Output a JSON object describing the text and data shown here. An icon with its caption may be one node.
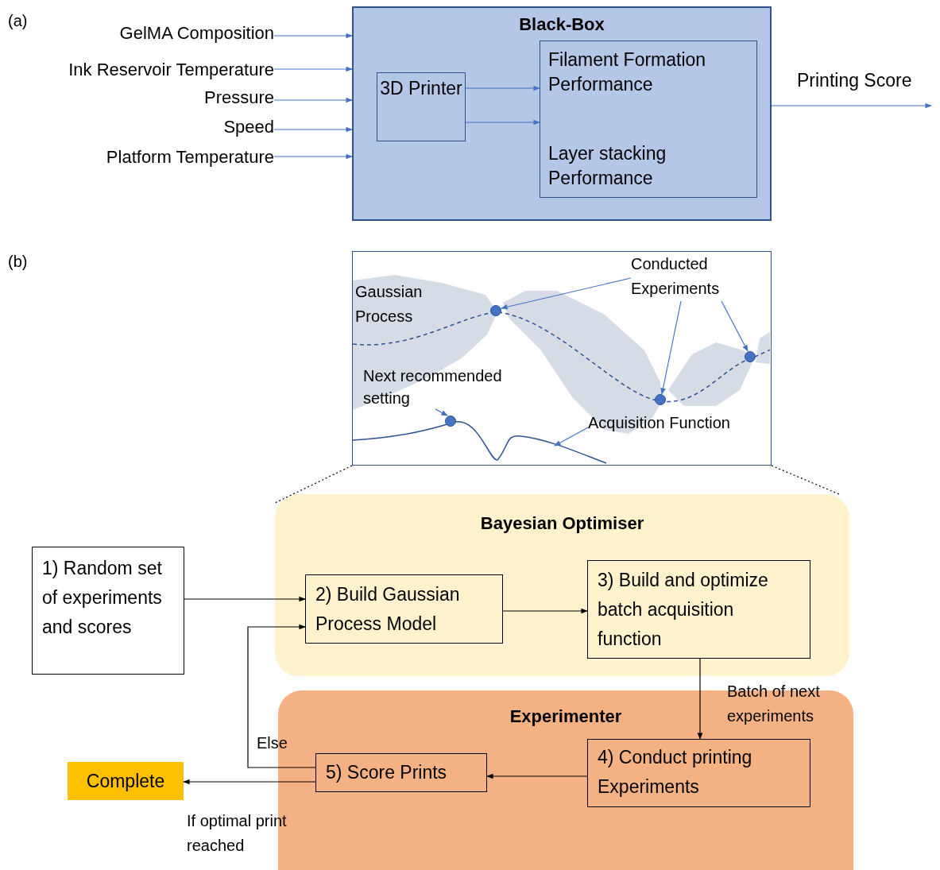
{
  "diagram": {
    "nodes": [
      {
        "text": [
          "Black-Box"
        ]
      },
      {
        "text": [
          "3D Printer"
        ],
        "in": 0
      },
      {
        "text": [
          "Filament Formation Performance",
          "Layer stacking Performance"
        ],
        "in": 0
      },
      {
        "text": [
          "GelMA Composition"
        ]
      },
      {
        "text": [
          "Ink Reservoir Temperature"
        ]
      },
      {
        "text": [
          "Pressure"
        ]
      },
      {
        "text": [
          "Speed"
        ]
      },
      {
        "text": [
          "Platform Temperature"
        ]
      },
      {
        "text": [],
        "shape": "box"
      },
      {
        "text": [
          "Conducted Experiments"
        ],
        "in": 8
      },
      {
        "text": [],
        "shape": "circle",
        "in": 8
      },
      {
        "text": [],
        "shape": "circle",
        "in": 8
      },
      {
        "text": [],
        "shape": "circle",
        "in": 8
      },
      {
        "text": [
          "Next recommended setting"
        ],
        "in": 8
      },
      {
        "text": [],
        "shape": "circle",
        "in": 8
      },
      {
        "text": [
          "Acquisition Function"
        ],
        "in": 8
      },
      {
        "text": [
          "Bayesian Optimiser"
        ]
      },
      {
        "text": [
          "1) Random set of experiments and scores"
        ]
      },
      {
        "text": [
          "2) Build Gaussian Process Model"
        ],
        "in": 16
      },
      {
        "text": [
          "3) Build and optimize batch acquisition function"
        ],
        "in": 16
      },
      {
        "text": [
          "Experimenter"
        ]
      },
      {
        "text": [
          "4) Conduct printing Experiments"
        ],
        "in": 20
      },
      {
        "text": [
          "5) Score Prints"
        ],
        "in": 20
      },
      {
        "text": [
          "Complete"
        ]
      }
    ],
    "edges": [
      {
        "from": 3,
        "to": 0,
        "arrow": "to"
      },
      {
        "from": 4,
        "to": 0,
        "arrow": "to"
      },
      {
        "from": 5,
        "to": 0,
        "arrow": "to"
      },
      {
        "from": 6,
        "to": 0,
        "arrow": "to"
      },
      {
        "from": 7,
        "to": 0,
        "arrow": "to"
      },
      {
        "from": 1,
        "to": 2,
        "arrow": "to"
      },
      {
        "from": 1,
        "to": 2,
        "arrow": "to"
      },
      {
        "from": 0,
        "to": null,
        "arrow": "to",
        "label": "Printing Score"
      },
      {
        "from": 9,
        "to": 10,
        "arrow": "to"
      },
      {
        "from": 9,
        "to": 11,
        "arrow": "to"
      },
      {
        "from": 9,
        "to": 12,
        "arrow": "to"
      },
      {
        "from": 13,
        "to": 14,
        "arrow": "to"
      },
      {
        "from": 15,
        "to": null,
        "arrow": "to"
      },
      {
        "from": 8,
        "to": 16,
        "arrow": "none",
        "style": "dashed",
        "color": "#000000"
      },
      {
        "from": 8,
        "to": 16,
        "arrow": "none",
        "style": "dashed",
        "color": "#000000"
      },
      {
        "from": 17,
        "to": 18,
        "arrow": "to",
        "color": "#000000"
      },
      {
        "from": 18,
        "to": 19,
        "arrow": "to",
        "color": "#000000"
      },
      {
        "from": 19,
        "to": 21,
        "arrow": "to",
        "label": "Batch of next experiments",
        "color": "#000000"
      },
      {
        "from": 21,
        "to": 22,
        "arrow": "to",
        "color": "#000000"
      },
      {
        "from": 22,
        "to": 18,
        "arrow": "to",
        "label": "Else",
        "color": "#000000"
      },
      {
        "from": 22,
        "to": 23,
        "arrow": "to",
        "label": "If optimal print reached",
        "color": "#000000"
      }
    ],
    "labels": [
      "(a)",
      "(b)",
      "Gaussian Process"
    ]
  }
}
